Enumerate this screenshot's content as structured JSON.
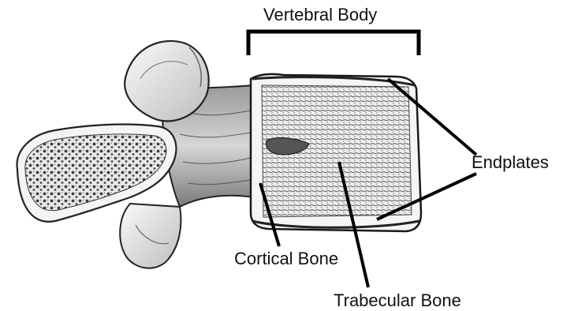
{
  "labels": {
    "vertebral_body": "Vertebral Body",
    "endplates": "Endplates",
    "cortical_bone": "Cortical Bone",
    "trabecular_bone": "Trabecular Bone"
  },
  "colors": {
    "ink": "#111111",
    "bone_light": "#f2f2f2",
    "bone_mid": "#b5b5b5",
    "bone_dark": "#4a4a4a",
    "background": "#ffffff"
  }
}
